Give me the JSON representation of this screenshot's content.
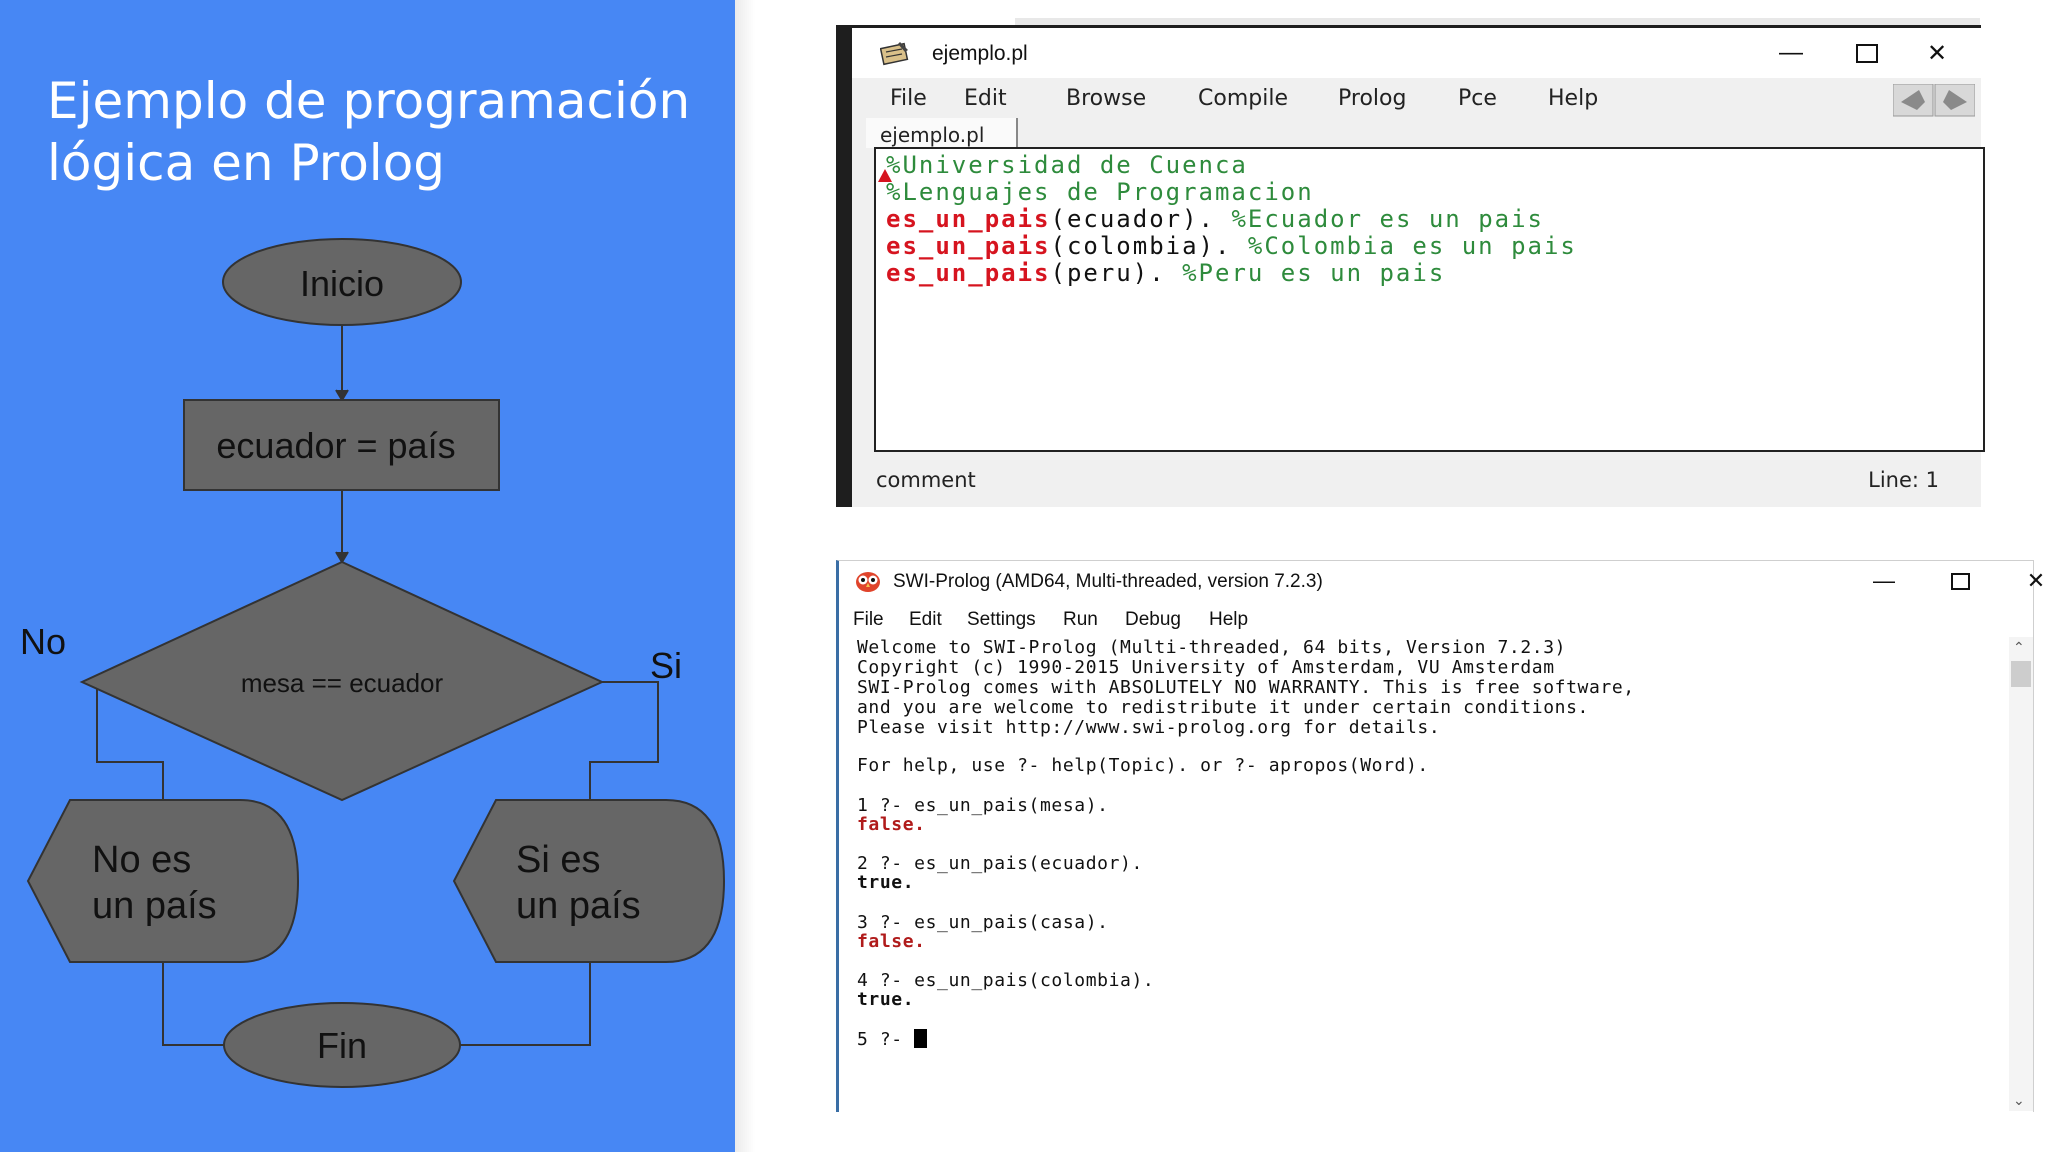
{
  "slide": {
    "title_line1": "Ejemplo de programación",
    "title_line2": "lógica en Prolog",
    "background": "#4787f4"
  },
  "flowchart": {
    "start": "Inicio",
    "process": "ecuador = país",
    "decision": "mesa == ecuador",
    "branch_no": "No",
    "branch_yes": "Si",
    "output_no_line1": "No es",
    "output_no_line2": "un país",
    "output_yes_line1": "Si es",
    "output_yes_line2": "un país",
    "end": "Fin",
    "shape_fill": "#666666"
  },
  "editor": {
    "title": "ejemplo.pl",
    "menu": [
      "File",
      "Edit",
      "Browse",
      "Compile",
      "Prolog",
      "Pce",
      "Help"
    ],
    "tab_label": "ejemplo.pl",
    "code": {
      "line1": "%Universidad de Cuenca",
      "line2": "%Lenguajes de Programacion",
      "line3_kw": "es_un_pais",
      "line3_arg": "(ecuador). ",
      "line3_cm": "%Ecuador es un pais",
      "line4_kw": "es_un_pais",
      "line4_arg": "(colombia). ",
      "line4_cm": "%Colombia es un pais",
      "line5_kw": "es_un_pais",
      "line5_arg": "(peru). ",
      "line5_cm": "%Peru es un pais"
    },
    "status_mode": "comment",
    "status_line": "Line: 1",
    "colors": {
      "comment": "#2e8b3c",
      "keyword": "#d6141f"
    }
  },
  "console": {
    "title": "SWI-Prolog (AMD64, Multi-threaded, version 7.2.3)",
    "menu": [
      "File",
      "Edit",
      "Settings",
      "Run",
      "Debug",
      "Help"
    ],
    "welcome": [
      "Welcome to SWI-Prolog (Multi-threaded, 64 bits, Version 7.2.3)",
      "Copyright (c) 1990-2015 University of Amsterdam, VU Amsterdam",
      "SWI-Prolog comes with ABSOLUTELY NO WARRANTY. This is free software,",
      "and you are welcome to redistribute it under certain conditions.",
      "Please visit http://www.swi-prolog.org for details."
    ],
    "help_line": "For help, use ?- help(Topic). or ?- apropos(Word).",
    "queries": [
      {
        "prompt": "1 ?- es_un_pais(mesa).",
        "result": "false."
      },
      {
        "prompt": "2 ?- es_un_pais(ecuador).",
        "result": "true."
      },
      {
        "prompt": "3 ?- es_un_pais(casa).",
        "result": "false."
      },
      {
        "prompt": "4 ?- es_un_pais(colombia).",
        "result": "true."
      }
    ],
    "current_prompt": "5 ?- "
  }
}
